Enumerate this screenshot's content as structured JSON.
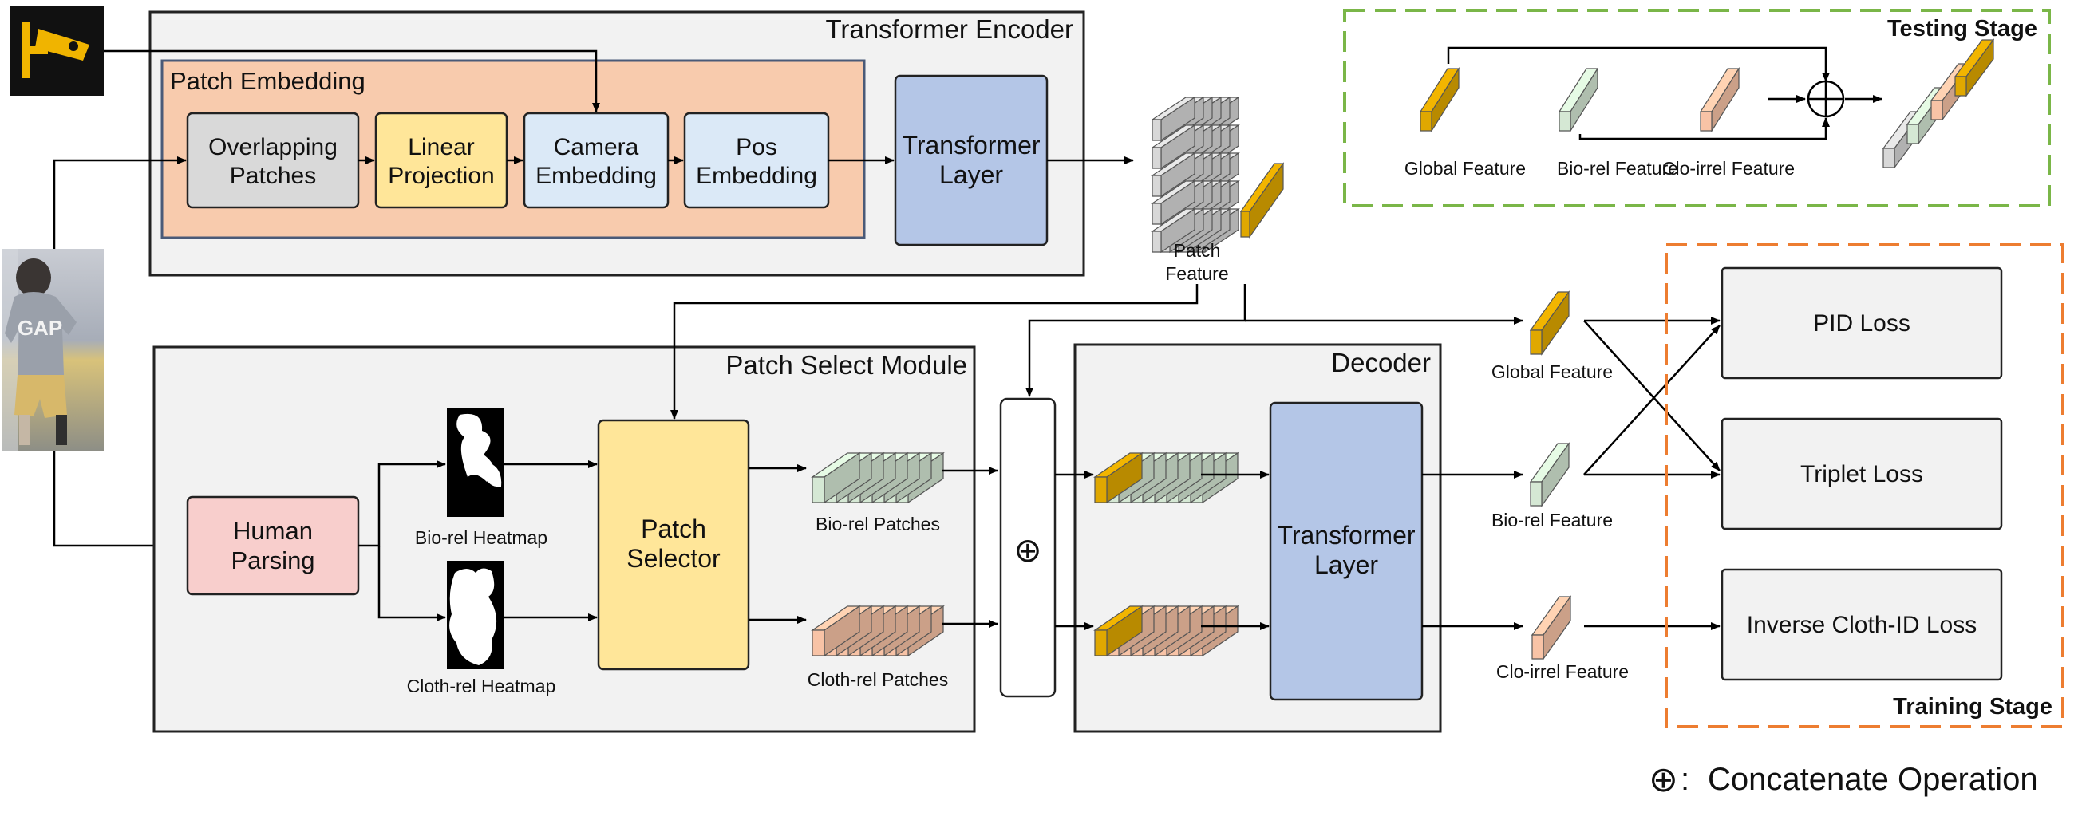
{
  "encoder": {
    "title": "Transformer Encoder",
    "patch_embedding": {
      "title": "Patch Embedding",
      "overlapping": [
        "Overlapping",
        "Patches"
      ],
      "linear": [
        "Linear",
        "Projection"
      ],
      "camera": [
        "Camera",
        "Embedding"
      ],
      "pos": [
        "Pos",
        "Embedding"
      ]
    },
    "transformer_layer": [
      "Transformer",
      "Layer"
    ]
  },
  "patch_feature": [
    "Patch",
    "Feature"
  ],
  "testing": {
    "title": "Testing Stage",
    "global": "Global Feature",
    "bio": "Bio-rel Feature",
    "clo": "Clo-irrel Feature"
  },
  "psm": {
    "title": "Patch Select Module",
    "human_parsing": [
      "Human",
      "Parsing"
    ],
    "bio_heatmap": "Bio-rel Heatmap",
    "cloth_heatmap": "Cloth-rel Heatmap",
    "selector": [
      "Patch",
      "Selector"
    ],
    "bio_patches": "Bio-rel Patches",
    "cloth_patches": "Cloth-rel Patches"
  },
  "concat_symbol": "⊕",
  "decoder": {
    "title": "Decoder",
    "transformer_layer": [
      "Transformer",
      "Layer"
    ]
  },
  "features": {
    "global": "Global Feature",
    "bio": "Bio-rel Feature",
    "clo": "Clo-irrel Feature"
  },
  "training": {
    "title": "Training Stage",
    "pid": "PID Loss",
    "triplet": "Triplet Loss",
    "inverse": "Inverse Cloth-ID Loss"
  },
  "legend": {
    "symbol": "⊕",
    "separator": ":",
    "text": "Concatenate Operation"
  },
  "colors": {
    "gray_box": "#d9d9d9",
    "yellow_box": "#ffe699",
    "light_blue_box": "#dbe9f7",
    "transformer_blue": "#b4c6e7",
    "patch_embed_bg": "#f8cbad",
    "encoder_bg": "#f2f2f2",
    "pink_box": "#f8cecc",
    "global_gold": "#e0a800",
    "bio_green": "#d5e8d4",
    "cloth_orange": "#f8c3a6",
    "testing_border": "#7ab648",
    "training_border": "#ed7d31",
    "camera_icon_bg": "#111111",
    "camera_icon_fg": "#f0b400"
  },
  "icons": [
    "camera-icon",
    "person-image"
  ]
}
